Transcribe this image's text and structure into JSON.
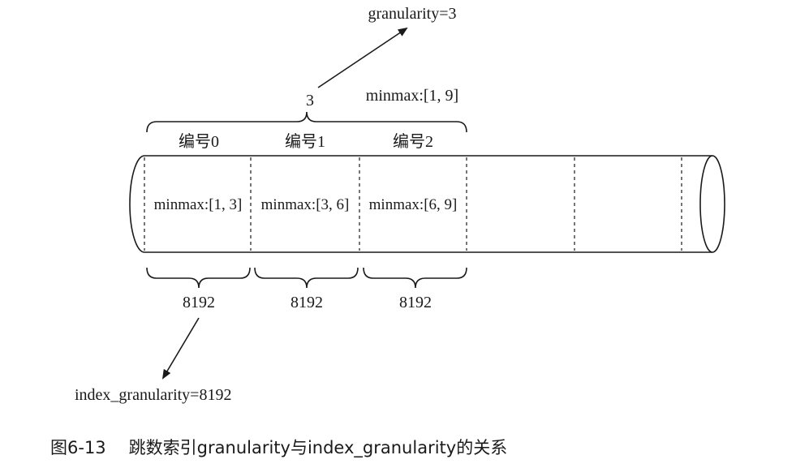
{
  "top_annotation": {
    "granularity_label": "granularity=3",
    "group_count": "3",
    "group_minmax": "minmax:[1, 9]"
  },
  "segments": [
    {
      "header": "编号0",
      "minmax": "minmax:[1, 3]",
      "rows": "8192"
    },
    {
      "header": "编号1",
      "minmax": "minmax:[3, 6]",
      "rows": "8192"
    },
    {
      "header": "编号2",
      "minmax": "minmax:[6, 9]",
      "rows": "8192"
    }
  ],
  "bottom_annotation": {
    "index_granularity_label": "index_granularity=8192"
  },
  "caption": {
    "number": "图6-13",
    "text": "跳数索引granularity与index_granularity的关系"
  }
}
